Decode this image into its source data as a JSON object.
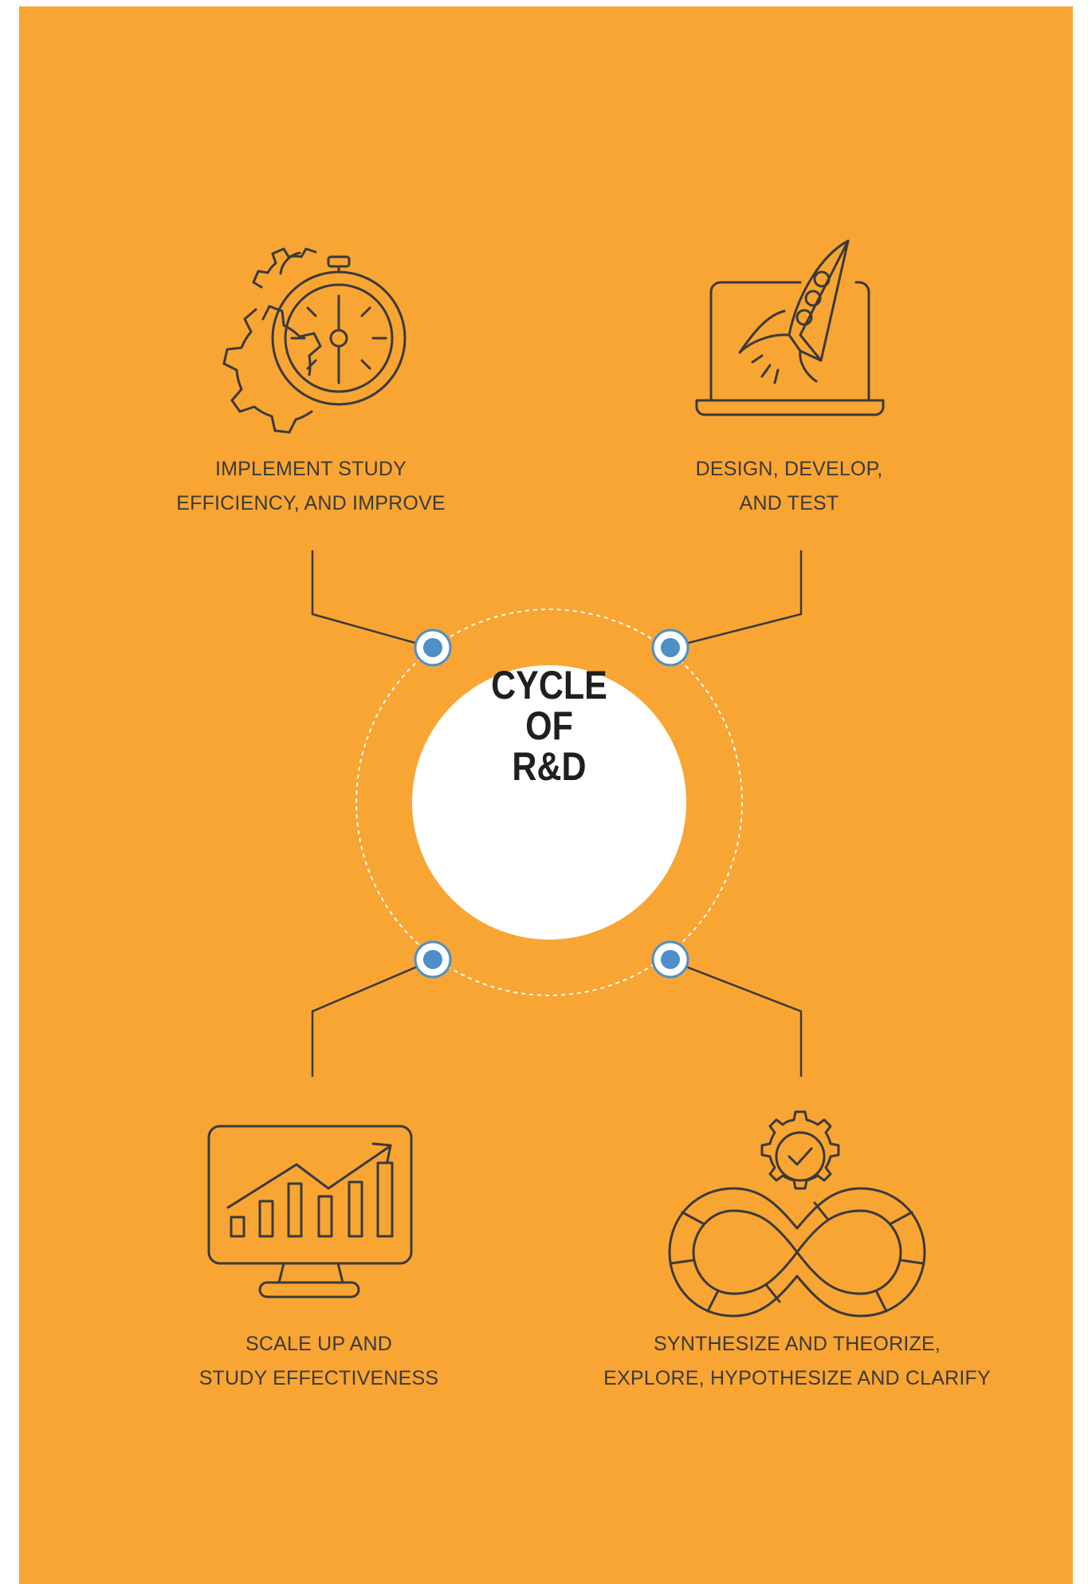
{
  "colors": {
    "background": "#F9A533",
    "stroke": "#3a3a3a",
    "center_circle": "#FFFFFF",
    "node_fill": "#4E8FC7",
    "dashed_ring": "#FFFFFF"
  },
  "center": {
    "lines": [
      "CYCLE",
      "OF",
      "R&D"
    ]
  },
  "steps": [
    {
      "icon": "gears-stopwatch-icon",
      "lines": [
        "IMPLEMENT STUDY",
        "EFFICIENCY, AND IMPROVE"
      ]
    },
    {
      "icon": "laptop-rocket-icon",
      "lines": [
        "DESIGN, DEVELOP,",
        "AND TEST"
      ]
    },
    {
      "icon": "monitor-bar-chart-icon",
      "lines": [
        "SCALE UP AND",
        "STUDY EFFECTIVENESS"
      ]
    },
    {
      "icon": "gear-check-infinity-icon",
      "lines": [
        "SYNTHESIZE AND THEORIZE,",
        "EXPLORE, HYPOTHESIZE AND CLARIFY"
      ]
    }
  ]
}
